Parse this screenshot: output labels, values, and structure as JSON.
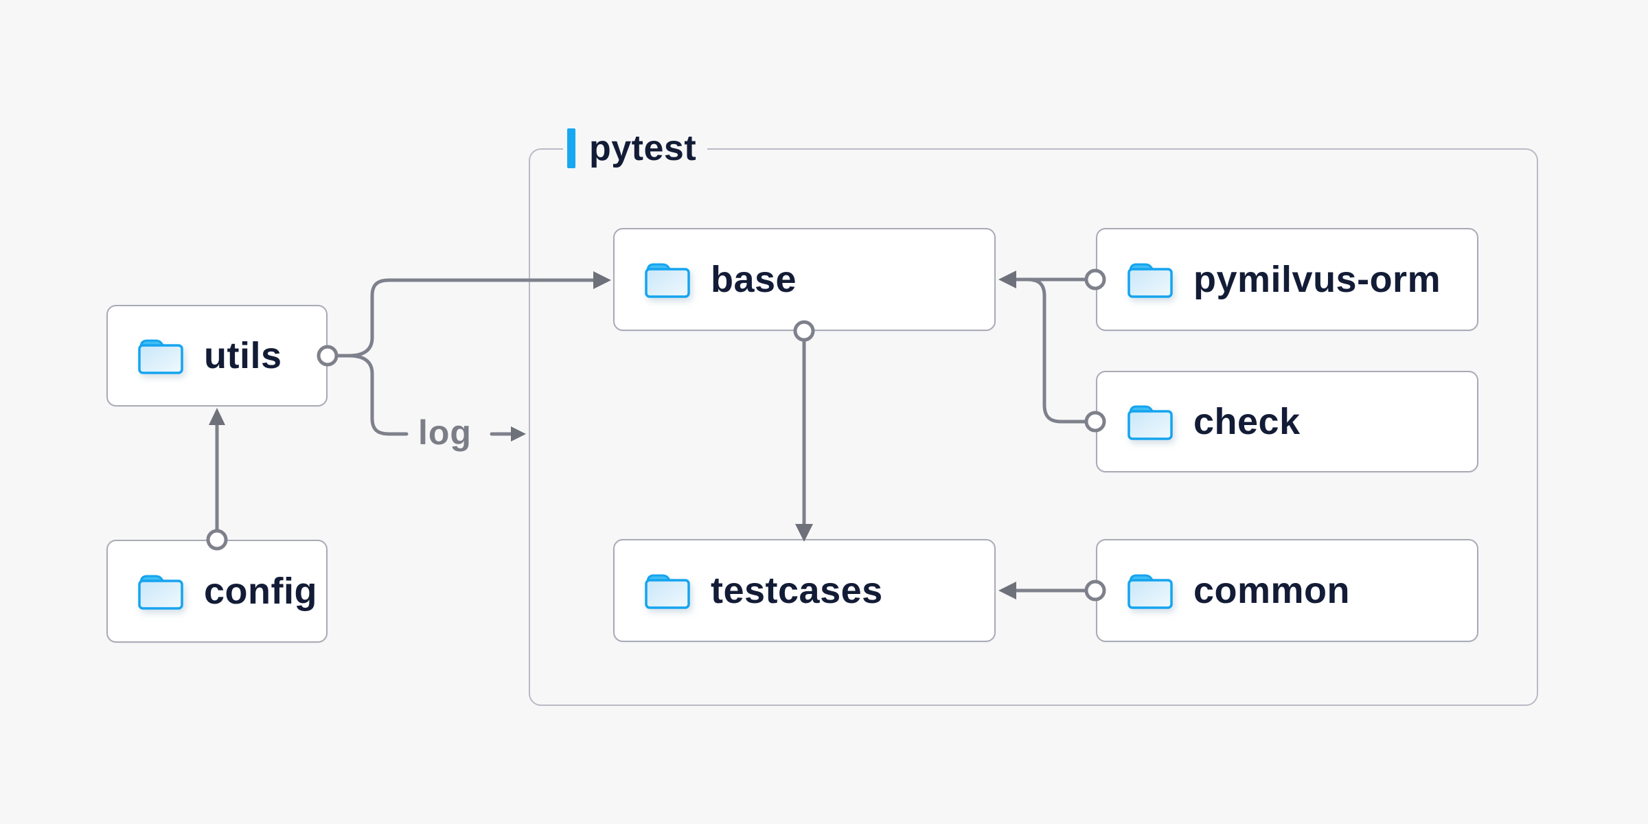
{
  "diagram": {
    "background": "#f7f7f8",
    "group": {
      "label": "pytest",
      "accent_color": "#16a8f1",
      "border_color": "#b9bac4"
    },
    "nodes": {
      "utils": {
        "label": "utils",
        "icon": "folder-icon"
      },
      "config": {
        "label": "config",
        "icon": "folder-icon"
      },
      "base": {
        "label": "base",
        "icon": "folder-icon"
      },
      "pymilvus_orm": {
        "label": "pymilvus-orm",
        "icon": "folder-icon"
      },
      "check": {
        "label": "check",
        "icon": "folder-icon"
      },
      "testcases": {
        "label": "testcases",
        "icon": "folder-icon"
      },
      "common": {
        "label": "common",
        "icon": "folder-icon"
      }
    },
    "edges": [
      {
        "from": "config",
        "to": "utils",
        "type": "arrow"
      },
      {
        "from": "utils",
        "to": "base",
        "type": "arrow"
      },
      {
        "from": "utils",
        "to": "pytest",
        "type": "labeled-arrow",
        "label": "log"
      },
      {
        "from": "pymilvus-orm",
        "to": "base",
        "type": "arrow"
      },
      {
        "from": "check",
        "to": "base",
        "type": "arrow"
      },
      {
        "from": "base",
        "to": "testcases",
        "type": "arrow"
      },
      {
        "from": "common",
        "to": "testcases",
        "type": "arrow"
      }
    ],
    "edge_label": "log",
    "colors": {
      "node_border": "#a8aab5",
      "connector_gray": "#7e808b",
      "arrowhead_gray": "#6e707a",
      "label_navy": "#131c36",
      "edge_label_gray": "#7b7d87",
      "folder_stroke_blue": "#14a4ef",
      "folder_tab_blue": "#41bdf4",
      "folder_fill_light": "#f0f9fe",
      "folder_fill_shade": "#c9e7f8"
    }
  }
}
